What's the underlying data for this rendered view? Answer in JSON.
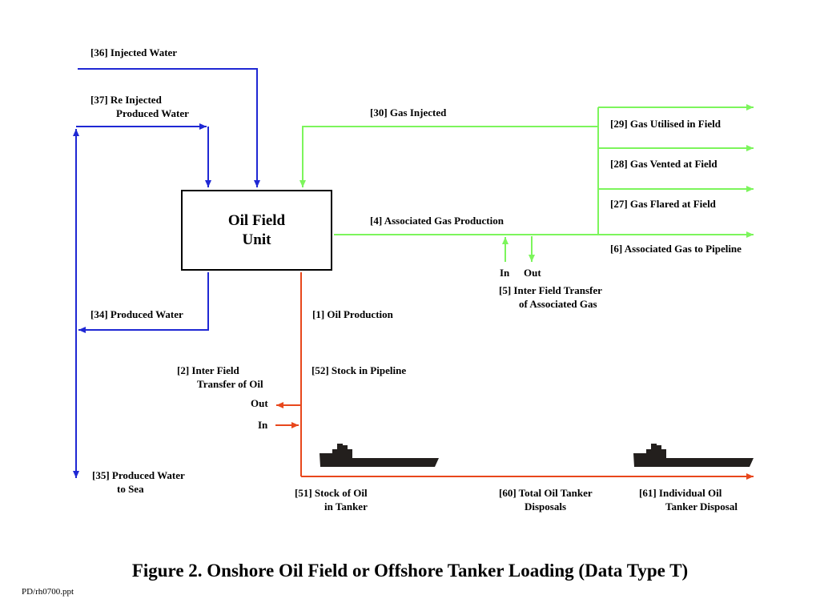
{
  "colors": {
    "water": "#1f28d4",
    "gas": "#7cf55c",
    "oil": "#e8471c",
    "tanker": "#231f1d"
  },
  "box": {
    "line1": "Oil Field",
    "line2": "Unit"
  },
  "labels": {
    "injected_water": "[36]  Injected Water",
    "reinjected_1": "[37]  Re Injected",
    "reinjected_2": "Produced Water",
    "gas_injected": "[30]  Gas Injected",
    "gas_utilised": "[29]  Gas Utilised in Field",
    "gas_vented": "[28]  Gas Vented at Field",
    "gas_flared": "[27]  Gas Flared at Field",
    "assoc_gas_prod": "[4]  Associated Gas Production",
    "assoc_gas_pipeline": "[6]  Associated Gas to Pipeline",
    "in_gas": "In",
    "out_gas": "Out",
    "inter_field_gas_1": "[5]  Inter Field Transfer",
    "inter_field_gas_2": "of Associated Gas",
    "produced_water": "[34]  Produced Water",
    "oil_production": "[1]   Oil Production",
    "inter_field_oil_1": "[2]  Inter Field",
    "inter_field_oil_2": "Transfer of Oil",
    "stock_pipeline": "[52]   Stock in Pipeline",
    "out_oil": "Out",
    "in_oil": "In",
    "water_to_sea_1": "[35]  Produced Water",
    "water_to_sea_2": "to Sea",
    "stock_tanker_1": "[51]    Stock of Oil",
    "stock_tanker_2": "in Tanker",
    "total_tanker_1": "[60]  Total Oil Tanker",
    "total_tanker_2": "Disposals",
    "individual_tanker_1": "[61]  Individual Oil",
    "individual_tanker_2": "Tanker Disposal"
  },
  "caption": "Figure 2.  Onshore Oil Field or Offshore Tanker Loading (Data Type T)",
  "footer": "PD/rh0700.ppt"
}
